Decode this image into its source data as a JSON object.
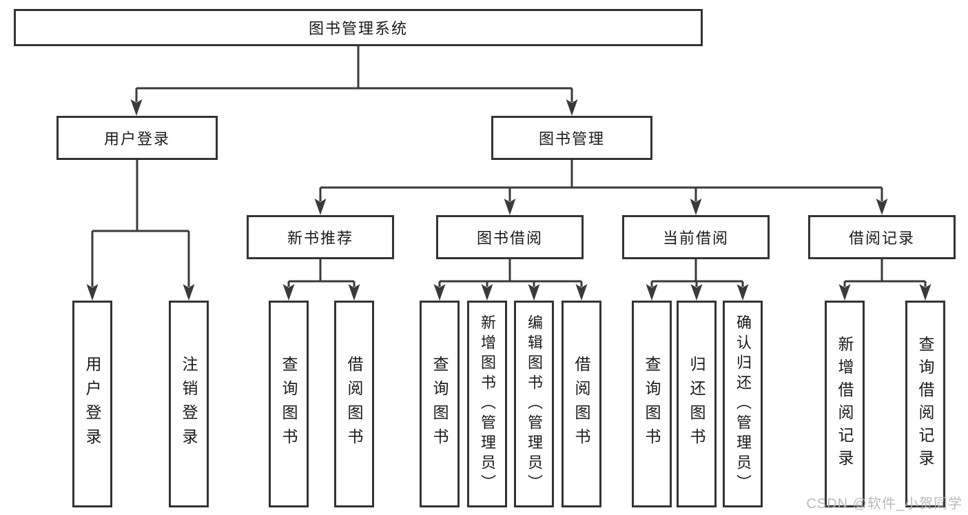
{
  "colors": {
    "bg": "#ffffff",
    "line": "#3a3a3a",
    "border": "#333333",
    "text": "#1a1a1a",
    "watermark": "#b5b5b5"
  },
  "tree": {
    "root": {
      "label": "图书管理系统",
      "children": [
        {
          "label": "用户登录",
          "children": [
            {
              "label": "用户登录"
            },
            {
              "label": "注销登录"
            }
          ]
        },
        {
          "label": "图书管理",
          "children": [
            {
              "label": "新书推荐",
              "children": [
                {
                  "label": "查询图书"
                },
                {
                  "label": "借阅图书"
                }
              ]
            },
            {
              "label": "图书借阅",
              "children": [
                {
                  "label": "查询图书"
                },
                {
                  "label": "新增图书（管理员）"
                },
                {
                  "label": "编辑图书（管理员）"
                },
                {
                  "label": "借阅图书"
                }
              ]
            },
            {
              "label": "当前借阅",
              "children": [
                {
                  "label": "查询图书"
                },
                {
                  "label": "归还图书"
                },
                {
                  "label": "确认归还（管理员）"
                }
              ]
            },
            {
              "label": "借阅记录",
              "children": [
                {
                  "label": "新增借阅记录"
                },
                {
                  "label": "查询借阅记录"
                }
              ]
            }
          ]
        }
      ]
    }
  },
  "watermark": {
    "text": "CSDN @软件_小贺同学"
  }
}
